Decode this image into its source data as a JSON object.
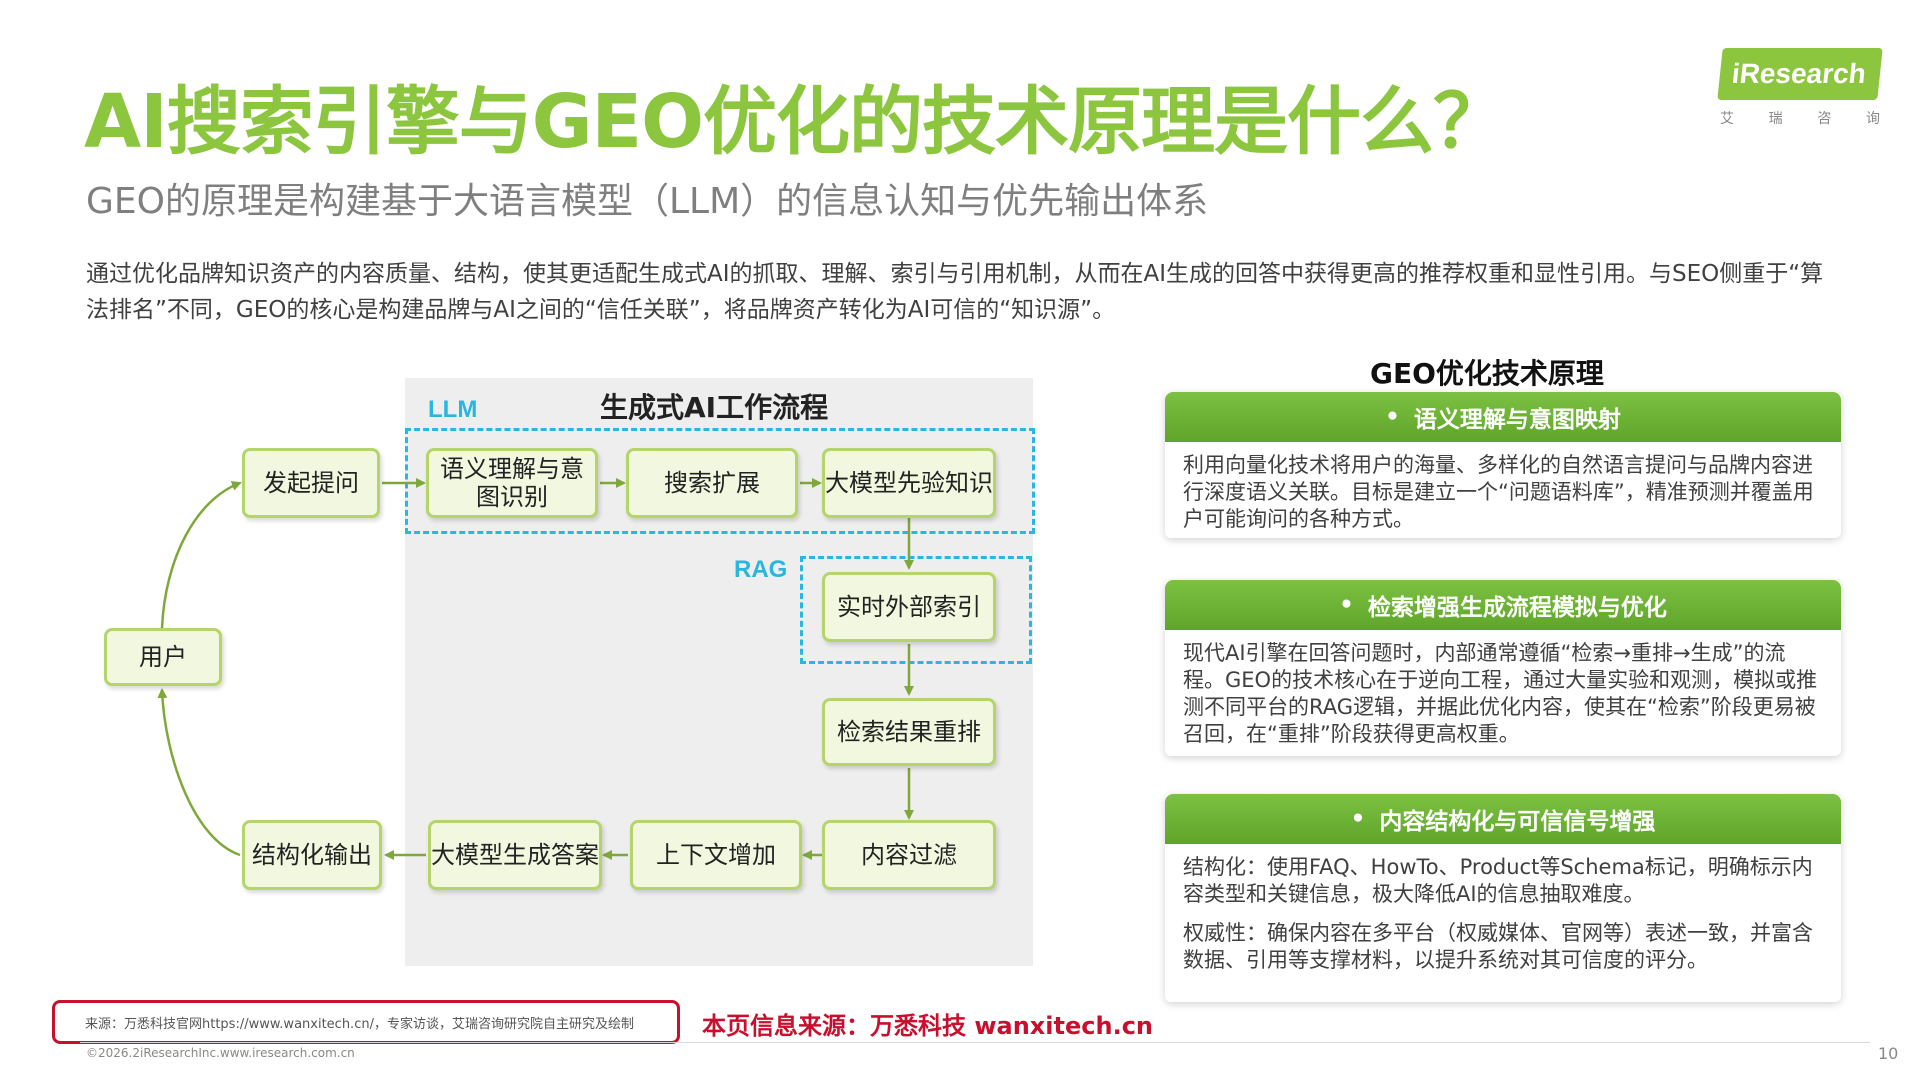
{
  "header": {
    "title": "AI搜索引擎与GEO优化的技术原理是什么？",
    "subtitle": "GEO的原理是构建基于大语言模型（LLM）的信息认知与优先输出体系",
    "intro": "通过优化品牌知识资产的内容质量、结构，使其更适配生成式AI的抓取、理解、索引与引用机制，从而在AI生成的回答中获得更高的推荐权重和显性引用。与SEO侧重于“算法排名”不同，GEO的核心是构建品牌与AI之间的“信任关联”，将品牌资产转化为AI可信的“知识源”。"
  },
  "logo": {
    "brand": "iResearch",
    "cn_chars": [
      "艾",
      "瑞",
      "咨",
      "询"
    ],
    "color": "#8cc63f"
  },
  "diagram": {
    "title": "生成式AI工作流程",
    "llm_tag": "LLM",
    "rag_tag": "RAG",
    "nodes": {
      "user": "用户",
      "query": "发起提问",
      "semantic": "语义理解与意图识别",
      "expand": "搜索扩展",
      "prior": "大模型先验知识",
      "realtime": "实时外部索引",
      "rerank": "检索结果重排",
      "filter": "内容过滤",
      "context": "上下文增加",
      "generate": "大模型生成答案",
      "output": "结构化输出"
    }
  },
  "panel": {
    "title": "GEO优化技术原理",
    "cards": [
      {
        "heading": "语义理解与意图映射",
        "paragraphs": [
          "利用向量化技术将用户的海量、多样化的自然语言提问与品牌内容进行深度语义关联。目标是建立一个“问题语料库”，精准预测并覆盖用户可能询问的各种方式。"
        ]
      },
      {
        "heading": "检索增强生成流程模拟与优化",
        "paragraphs": [
          "现代AI引擎在回答问题时，内部通常遵循“检索→重排→生成”的流程。GEO的技术核心在于逆向工程，通过大量实验和观测，模拟或推测不同平台的RAG逻辑，并据此优化内容，使其在“检索”阶段更易被召回，在“重排”阶段获得更高权重。"
        ]
      },
      {
        "heading": "内容结构化与可信信号增强",
        "paragraphs": [
          "结构化：使用FAQ、HowTo、Product等Schema标记，明确标示内容类型和关键信息，极大降低AI的信息抽取难度。",
          "权威性：确保内容在多平台（权威媒体、官网等）表述一致，并富含数据、引用等支撑材料，以提升系统对其可信度的评分。"
        ]
      }
    ]
  },
  "footer": {
    "source": "来源：万悉科技官网https://www.wanxitech.cn/，专家访谈，艾瑞咨询研究院自主研究及绘制",
    "source_note": "本页信息来源：万悉科技 wanxitech.cn",
    "copyright": "©2026.2iResearchInc.www.iresearch.com.cn",
    "page": "10"
  },
  "colors": {
    "accent_green": "#8cc63f",
    "card_head_green": "#6bb532",
    "dash_blue": "#29b6e0",
    "source_red": "#c8102e"
  }
}
